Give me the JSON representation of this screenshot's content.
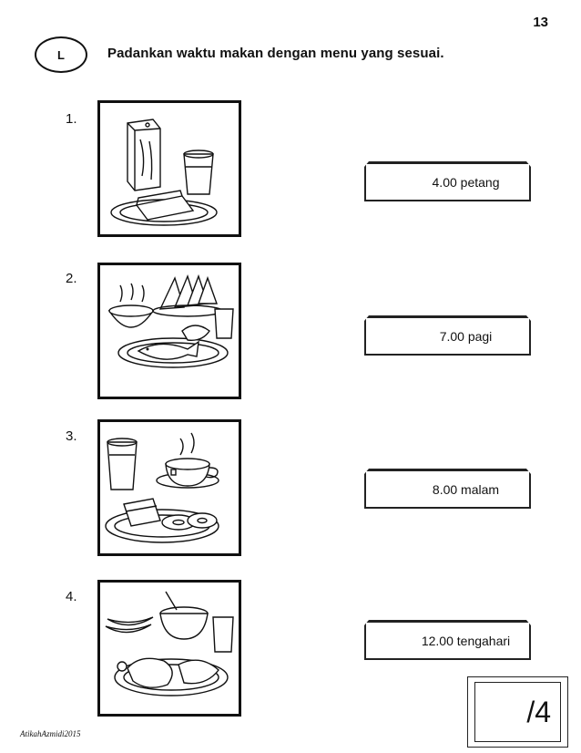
{
  "page_number": "13",
  "section_label": "L",
  "instruction": "Padankan waktu makan dengan menu yang sesuai.",
  "questions": [
    {
      "number": "1.",
      "picture_icon": "breakfast-milk-bread-icon"
    },
    {
      "number": "2.",
      "picture_icon": "lunch-rice-fish-icon"
    },
    {
      "number": "3.",
      "picture_icon": "tea-cake-donut-icon"
    },
    {
      "number": "4.",
      "picture_icon": "dinner-chicken-soup-icon"
    }
  ],
  "answers": [
    "4.00 petang",
    "7.00 pagi",
    "8.00 malam",
    "12.00 tengahari"
  ],
  "score": "/4",
  "watermark": "AtikahAzmidi2015"
}
